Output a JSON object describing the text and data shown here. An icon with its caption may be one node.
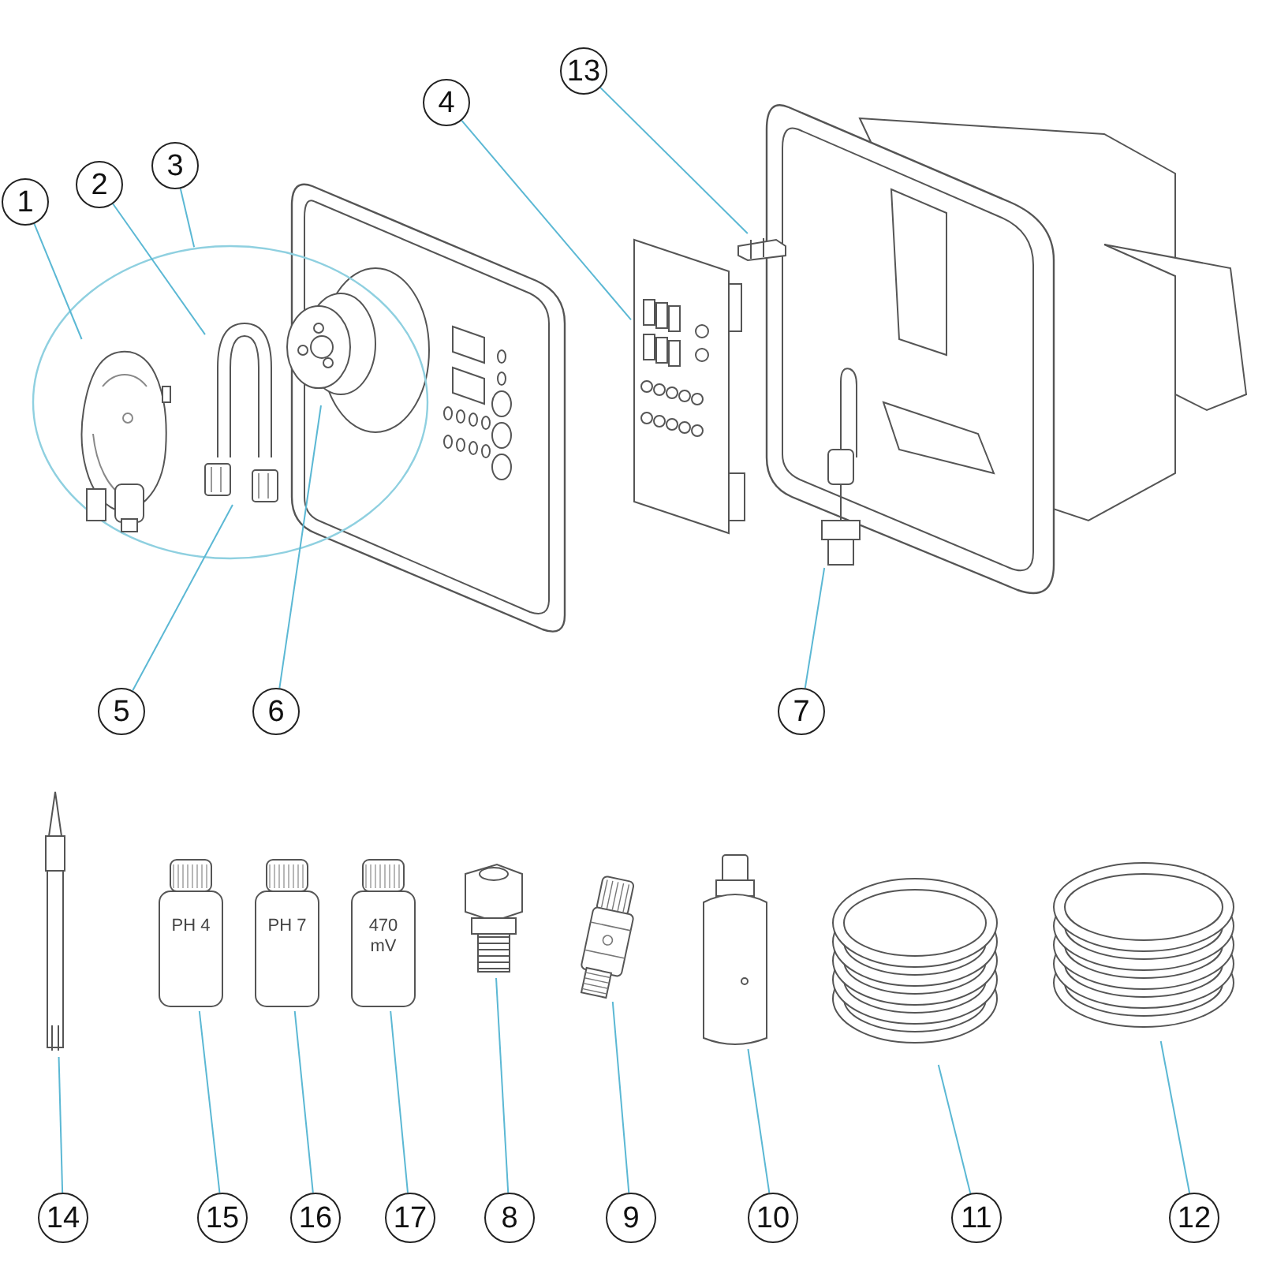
{
  "diagram": {
    "nodes": [
      {
        "text": [
          "13"
        ]
      },
      {
        "text": [
          "4"
        ]
      },
      {
        "text": [
          "3"
        ]
      },
      {
        "text": [
          "2"
        ]
      },
      {
        "text": [
          "1"
        ]
      },
      {
        "text": [
          "5"
        ]
      },
      {
        "text": [
          "6"
        ]
      },
      {
        "text": [
          "7"
        ]
      },
      {
        "text": [
          "14"
        ]
      },
      {
        "text": [
          "15"
        ]
      },
      {
        "text": [
          "16"
        ]
      },
      {
        "text": [
          "17"
        ]
      },
      {
        "text": [
          "8"
        ]
      },
      {
        "text": [
          "9"
        ]
      },
      {
        "text": [
          "10"
        ]
      },
      {
        "text": [
          "11"
        ]
      },
      {
        "text": [
          "12"
        ]
      },
      {
        "text": [],
        "shape": "picture"
      },
      {
        "text": [],
        "shape": "picture"
      },
      {
        "text": [],
        "shape": "ellipse"
      },
      {
        "text": [],
        "shape": "picture",
        "in": 19
      },
      {
        "text": [],
        "shape": "picture",
        "in": 19
      },
      {
        "text": [],
        "shape": "picture",
        "in": 19
      },
      {
        "text": [],
        "shape": "picture",
        "in": 19
      },
      {
        "text": [],
        "shape": "picture"
      },
      {
        "text": [],
        "shape": "picture"
      },
      {
        "text": [
          "PH 4"
        ]
      },
      {
        "text": [
          "PH 7"
        ]
      },
      {
        "text": [
          "470 mV"
        ]
      },
      {
        "text": [],
        "shape": "picture"
      },
      {
        "text": [],
        "shape": "picture"
      },
      {
        "text": [],
        "shape": "picture"
      },
      {
        "text": [],
        "shape": "picture"
      },
      {
        "text": [],
        "shape": "picture"
      }
    ],
    "edges": [
      {
        "from": 0,
        "to": 17,
        "arrow": "none"
      },
      {
        "from": 1,
        "to": 18,
        "arrow": "none"
      },
      {
        "from": 2,
        "to": 19,
        "arrow": "none"
      },
      {
        "from": 3,
        "to": 20,
        "arrow": "none"
      },
      {
        "from": 4,
        "to": 21,
        "arrow": "none"
      },
      {
        "from": 5,
        "to": 22,
        "arrow": "none"
      },
      {
        "from": 6,
        "to": 23,
        "arrow": "none"
      },
      {
        "from": 7,
        "to": 24,
        "arrow": "none"
      },
      {
        "from": 8,
        "to": 25,
        "arrow": "none"
      },
      {
        "from": 9,
        "to": 26,
        "arrow": "none"
      },
      {
        "from": 10,
        "to": 27,
        "arrow": "none"
      },
      {
        "from": 11,
        "to": 28,
        "arrow": "none"
      },
      {
        "from": 12,
        "to": 29,
        "arrow": "none"
      },
      {
        "from": 13,
        "to": 30,
        "arrow": "none"
      },
      {
        "from": 14,
        "to": 31,
        "arrow": "none"
      },
      {
        "from": 15,
        "to": 32,
        "arrow": "none"
      },
      {
        "from": 16,
        "to": 33,
        "arrow": "none"
      }
    ]
  }
}
